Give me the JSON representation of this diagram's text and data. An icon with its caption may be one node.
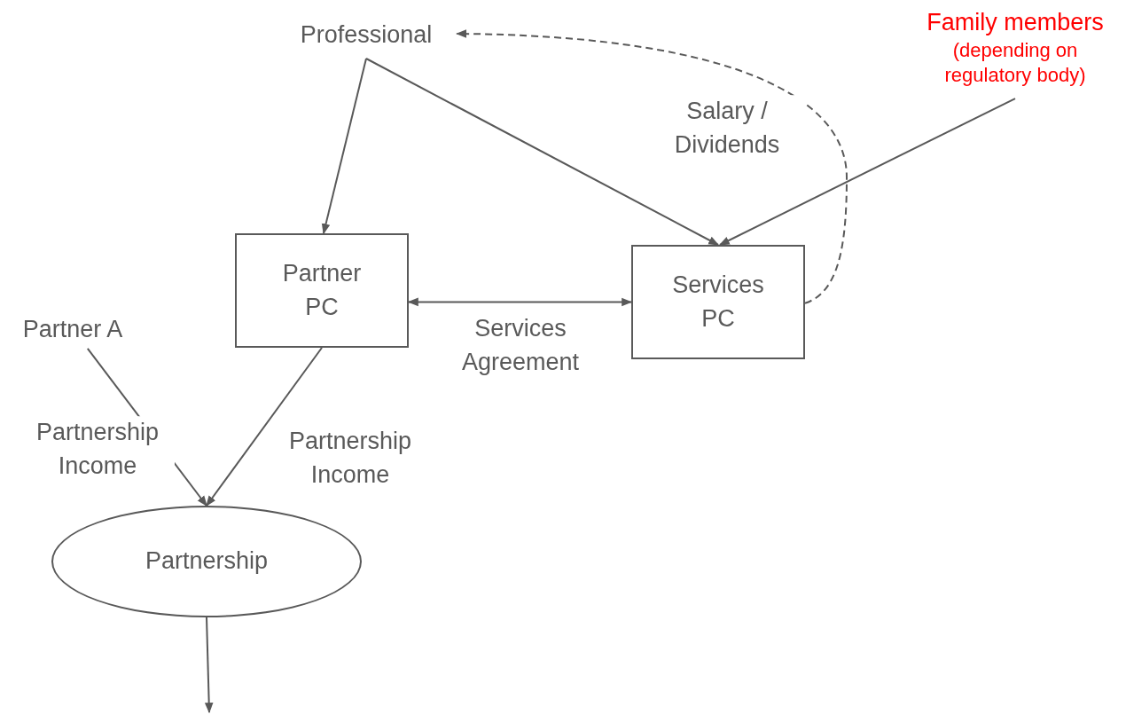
{
  "diagram": {
    "nodes": [
      {
        "text": [
          "Professional"
        ]
      },
      {
        "text": [
          "Family members",
          "(depending on regulatory body)"
        ]
      },
      {
        "text": [
          "Partner PC"
        ]
      },
      {
        "text": [
          "Services PC"
        ]
      },
      {
        "text": [
          "Partner A"
        ]
      },
      {
        "text": [
          "Partnership"
        ]
      }
    ],
    "edges": [
      {
        "from": 0,
        "to": 2,
        "arrow": "to"
      },
      {
        "from": 0,
        "to": 3,
        "arrow": "to"
      },
      {
        "from": 1,
        "to": 3,
        "arrow": "to"
      },
      {
        "from": 3,
        "to": 0,
        "arrow": "to",
        "style": "dashed",
        "label": "Salary / Dividends"
      },
      {
        "from": 2,
        "to": 3,
        "arrow": "both",
        "label": "Services Agreement"
      },
      {
        "from": 4,
        "to": 5,
        "arrow": "to",
        "label": "Partnership Income"
      },
      {
        "from": 2,
        "to": 5,
        "arrow": "to",
        "label": "Partnership Income"
      },
      {
        "from": 5,
        "to": null,
        "arrow": "to"
      }
    ]
  }
}
